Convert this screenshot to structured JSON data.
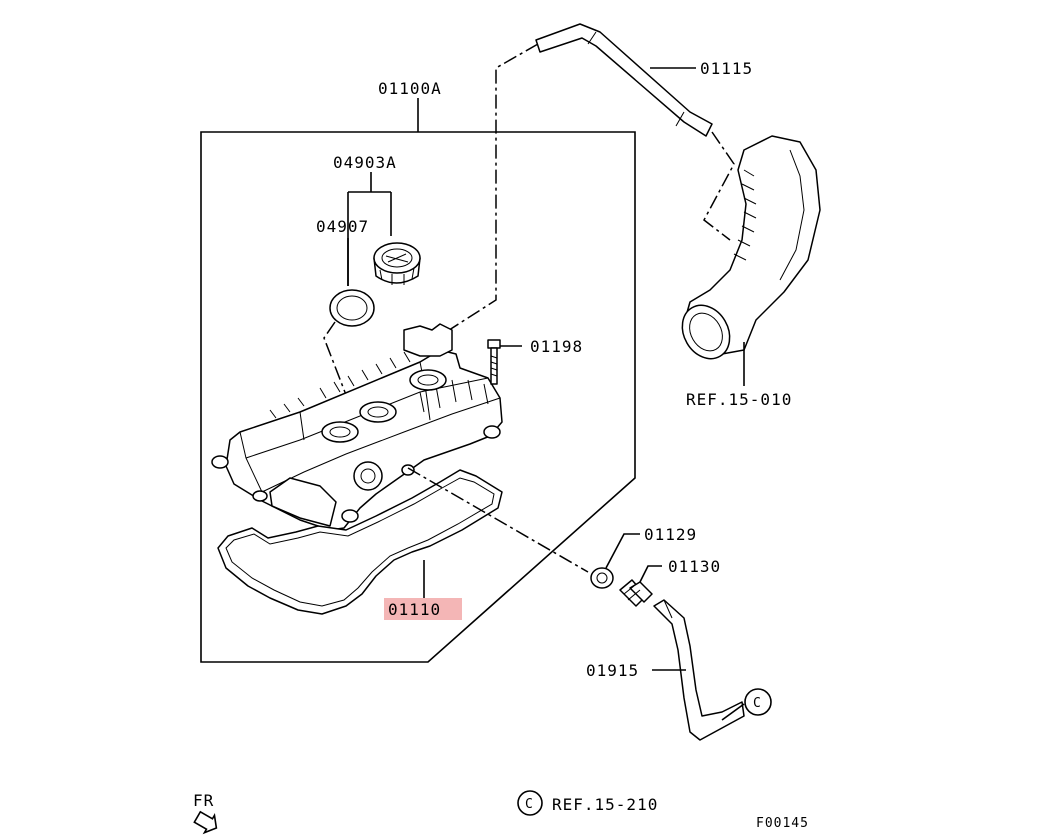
{
  "callouts": {
    "p01100A": "01100A",
    "p04903A": "04903A",
    "p04907": "04907",
    "p01115": "01115",
    "p01198": "01198",
    "ref_15_010": "REF.15-010",
    "p01129": "01129",
    "p01130": "01130",
    "p01110": "01110",
    "p01915": "01915",
    "connector_c": "C",
    "ref_c_marker": "C",
    "ref_15_210": "REF.15-210",
    "front": "FR",
    "figure_id": "F00145"
  },
  "colors": {
    "highlight": "#f4b6b6",
    "line": "#000000",
    "background": "#ffffff"
  },
  "highlighted_part": "01110",
  "icons": [
    "front-direction-arrow-icon",
    "connector-c-icon"
  ]
}
